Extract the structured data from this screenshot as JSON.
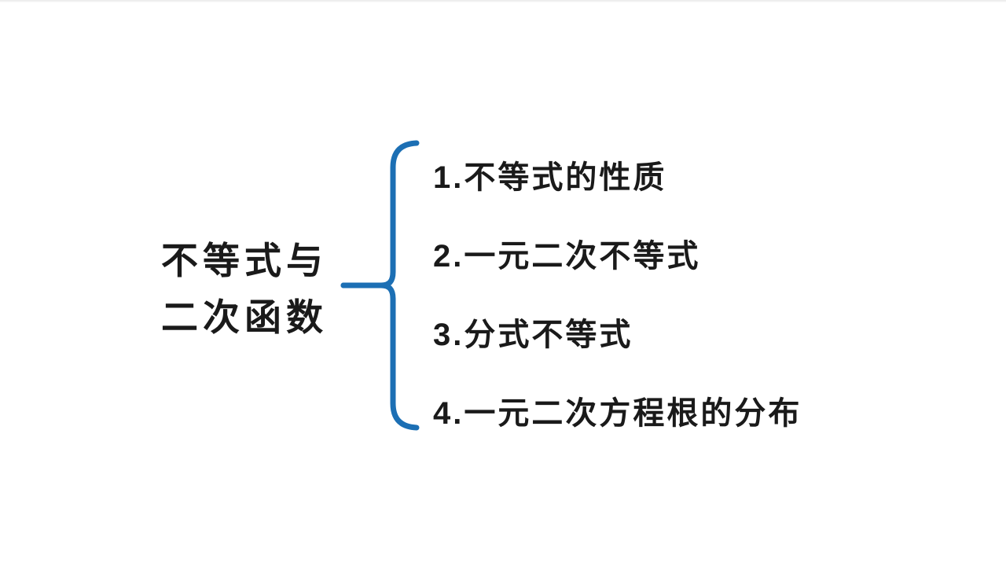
{
  "slide": {
    "background_color": "#ffffff",
    "text_color": "#1a1a1a",
    "accent_color": "#1c6fb4"
  },
  "title": {
    "line1": "不等式与",
    "line2": "二次函数",
    "full": "不等式与二次函数"
  },
  "brace": {
    "symbol": "{",
    "color": "#1c6fb4"
  },
  "items": [
    {
      "number": "1.",
      "label": "不等式的性质",
      "full": "1.不等式的性质"
    },
    {
      "number": "2.",
      "label": "一元二次不等式",
      "full": "2.一元二次不等式"
    },
    {
      "number": "3.",
      "label": "分式不等式",
      "full": "3.分式不等式"
    },
    {
      "number": "4.",
      "label": "一元二次方程根的分布",
      "full": "4.一元二次方程根的分布"
    }
  ]
}
